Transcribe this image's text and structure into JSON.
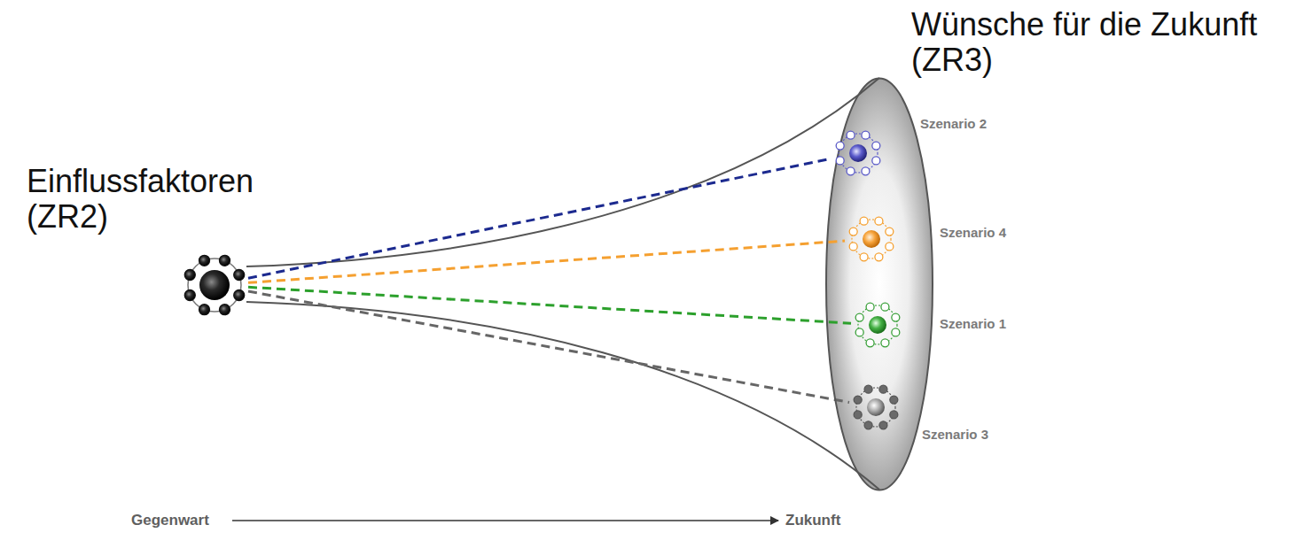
{
  "diagram": {
    "nodes": [
      {
        "text": [
          "Einflussfaktoren (ZR2)"
        ]
      },
      {
        "text": [
          "Wünsche für die Zukunft (ZR3)"
        ]
      },
      {
        "text": [
          "Szenario 2"
        ],
        "in": 1
      },
      {
        "text": [
          "Szenario 4"
        ],
        "in": 1
      },
      {
        "text": [
          "Szenario 1"
        ],
        "in": 1
      },
      {
        "text": [
          "Szenario 3"
        ],
        "in": 1
      }
    ],
    "edges": [
      {
        "from": 0,
        "to": 2,
        "arrow": "none"
      },
      {
        "from": 0,
        "to": 3,
        "arrow": "none"
      },
      {
        "from": 0,
        "to": 4,
        "arrow": "none"
      },
      {
        "from": 0,
        "to": 5,
        "arrow": "none"
      }
    ],
    "labels": [
      "Gegenwart",
      "Zukunft"
    ]
  }
}
